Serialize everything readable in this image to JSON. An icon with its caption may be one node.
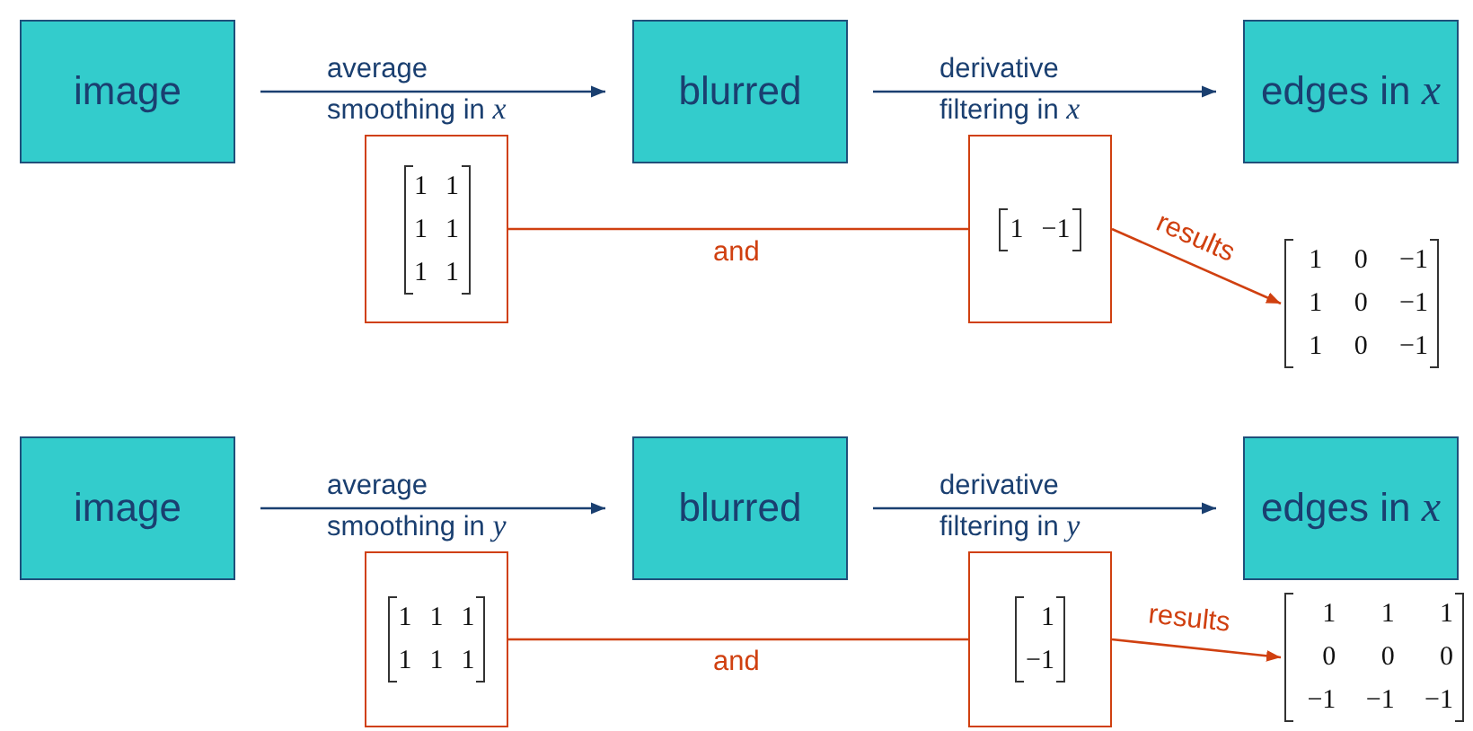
{
  "diagram": {
    "nodes": [
      {
        "text": [
          "image"
        ]
      },
      {
        "text": [
          "blurred"
        ]
      },
      {
        "text": [
          "edges in *x*"
        ]
      },
      {
        "text": [
          "1 1",
          "1 1",
          "1 1"
        ]
      },
      {
        "text": [
          "1 −1"
        ]
      },
      {
        "text": [
          "1 0 −1",
          "1 0 −1",
          "1 0 −1"
        ]
      },
      {
        "text": [
          "image"
        ]
      },
      {
        "text": [
          "blurred"
        ]
      },
      {
        "text": [
          "edges in *x*"
        ]
      },
      {
        "text": [
          "1 1 1",
          "1 1 1"
        ]
      },
      {
        "text": [
          "1",
          "−1"
        ]
      },
      {
        "text": [
          "1 1 1",
          "0 0 0",
          "−1 −1 −1"
        ]
      }
    ],
    "edges": [
      {
        "from": 0,
        "to": 1,
        "arrow": "to",
        "label": "average smoothing in *x*"
      },
      {
        "from": 1,
        "to": 2,
        "arrow": "to",
        "label": "derivative filtering in *x*"
      },
      {
        "from": 3,
        "to": 4,
        "arrow": "none",
        "label": "and",
        "color": "#d04010"
      },
      {
        "from": 4,
        "to": 5,
        "arrow": "to",
        "label": "results",
        "color": "#d04010"
      },
      {
        "from": 6,
        "to": 7,
        "arrow": "to",
        "label": "average smoothing in *y*"
      },
      {
        "from": 7,
        "to": 8,
        "arrow": "to",
        "label": "derivative filtering in *y*"
      },
      {
        "from": 9,
        "to": 10,
        "arrow": "none",
        "label": "and",
        "color": "#d04010"
      },
      {
        "from": 10,
        "to": 11,
        "arrow": "to",
        "label": "results",
        "color": "#d04010"
      }
    ]
  }
}
